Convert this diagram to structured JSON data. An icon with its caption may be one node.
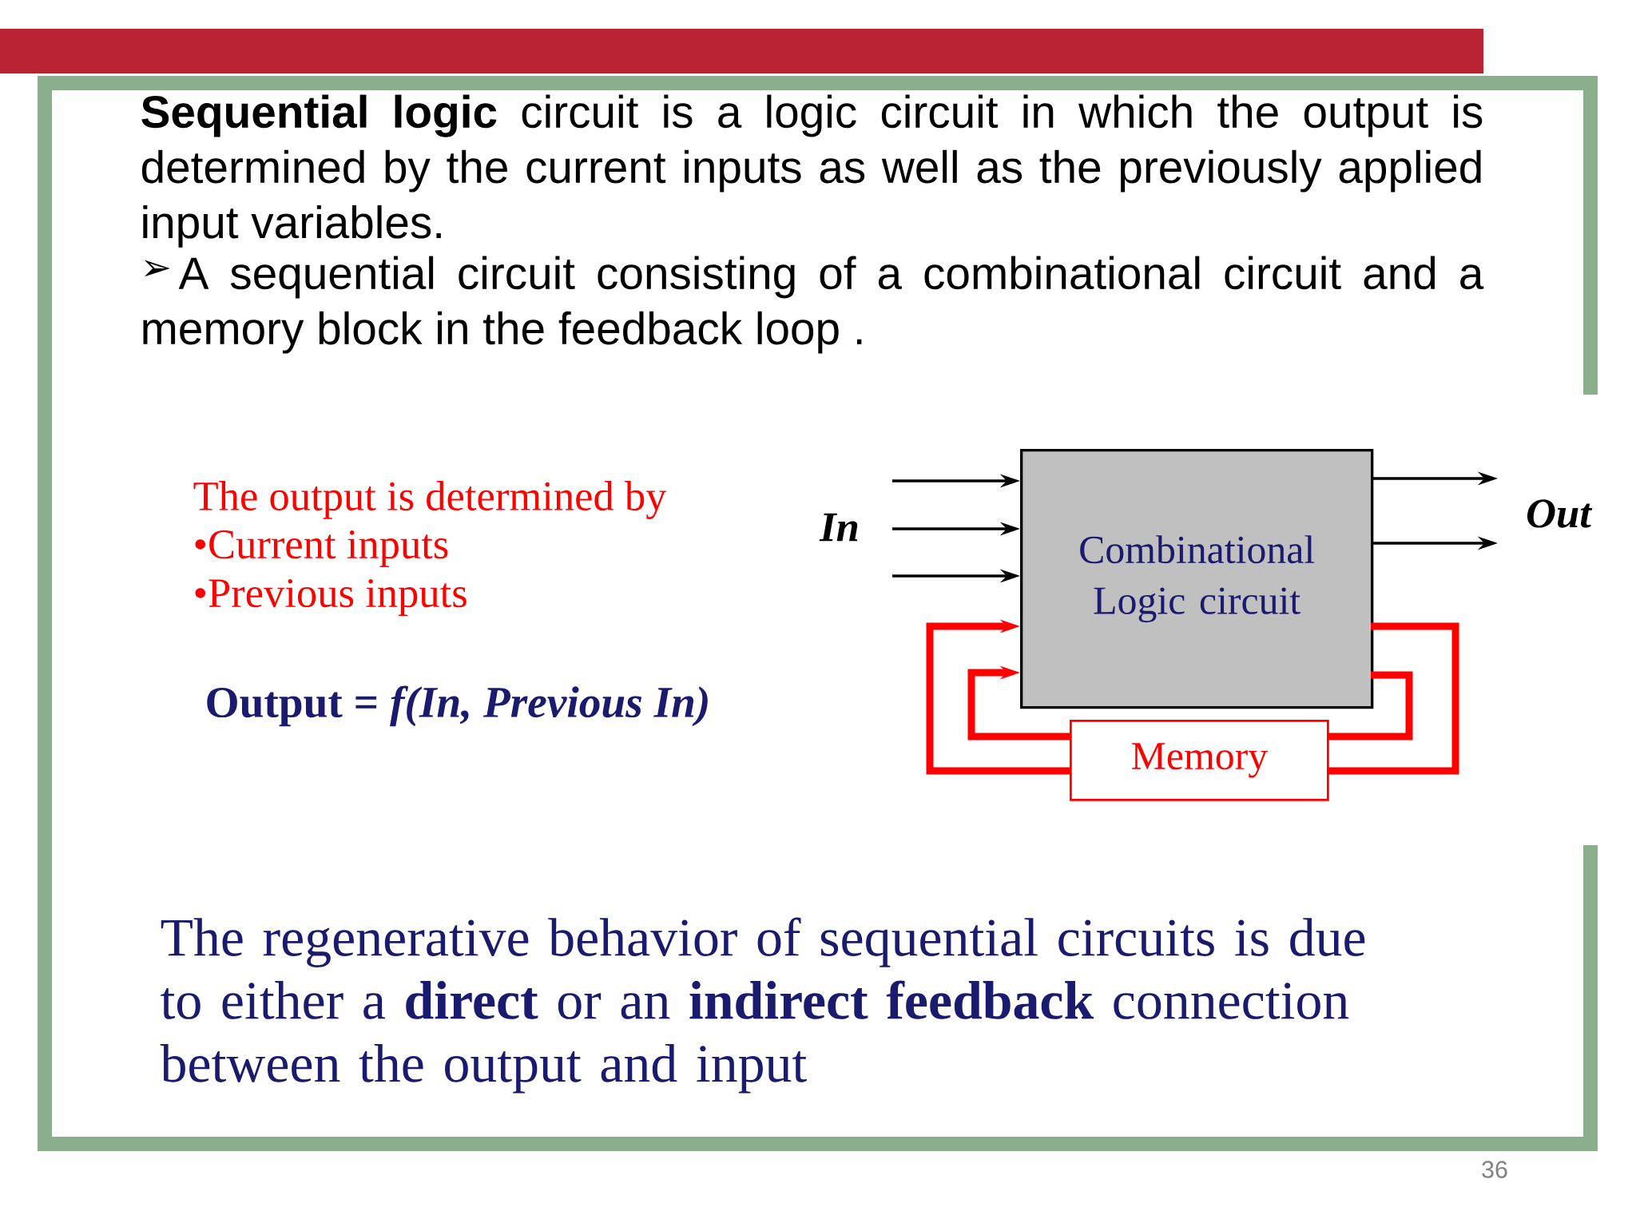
{
  "diagram": {
    "nodes": [
      {
        "text": [
          "Combinational Logic circuit"
        ]
      },
      {
        "text": [
          "Memory"
        ]
      }
    ],
    "edges": [
      {
        "from": null,
        "to": 0,
        "arrow": "to"
      },
      {
        "from": null,
        "to": 0,
        "arrow": "to"
      },
      {
        "from": null,
        "to": 0,
        "arrow": "to"
      },
      {
        "from": 0,
        "to": null,
        "arrow": "to"
      },
      {
        "from": 0,
        "to": null,
        "arrow": "to"
      },
      {
        "from": 0,
        "to": 1,
        "arrow": "none",
        "style": "thick",
        "color": "#ff0000"
      },
      {
        "from": 0,
        "to": 1,
        "arrow": "none",
        "style": "thick",
        "color": "#ff0000"
      },
      {
        "from": 1,
        "to": 0,
        "arrow": "to",
        "style": "thick",
        "color": "#ff0000"
      },
      {
        "from": 1,
        "to": 0,
        "arrow": "to",
        "style": "thick",
        "color": "#ff0000"
      }
    ],
    "labels": [
      "**Sequential logic** circuit is a logic circuit in which the output is determined by the current inputs as well as the previously applied input variables.",
      "➢",
      "A sequential circuit consisting of a combinational circuit and a memory block in the feedback loop .",
      "The output is determined by",
      "•Current inputs",
      "•Previous inputs",
      "Output = *f(In, Previous In)*",
      "The regenerative behavior of sequential circuits is due to either a **direct** or an **indirect feedback** connection between the output and input",
      "In",
      "Out",
      "36"
    ]
  }
}
